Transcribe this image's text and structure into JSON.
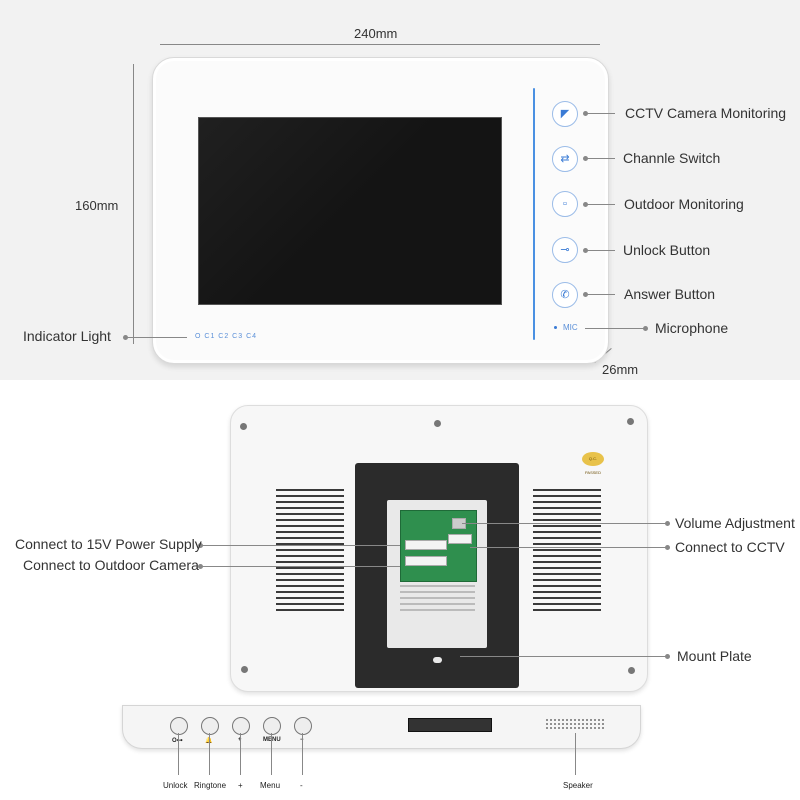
{
  "front": {
    "dimensions": {
      "width": "240mm",
      "height": "160mm",
      "depth": "26mm"
    },
    "labels": {
      "cctv": "CCTV Camera Monitoring",
      "channel": "Channle Switch",
      "outdoor": "Outdoor Monitoring",
      "unlock": "Unlock Button",
      "answer": "Answer Button",
      "microphone": "Microphone",
      "indicator": "Indicator Light"
    },
    "mic_text": "MIC",
    "indicator_text": "O  C1  C2  C3  C4"
  },
  "back": {
    "labels": {
      "power": "Connect to 15V Power Supply",
      "outdoor_camera": "Connect to Outdoor Camera",
      "volume": "Volume Adjustment",
      "cctv": "Connect to CCTV",
      "mount": "Mount Plate"
    },
    "badge_text": "Q.C. PASSED"
  },
  "bottom": {
    "key_glyphs": [
      "O⊶",
      "🔔",
      "+",
      "MENU",
      "−"
    ],
    "labels": {
      "unlock": "Unlock",
      "ringtone": "Ringtone",
      "plus": "+",
      "menu": "Menu",
      "minus": "-",
      "speaker": "Speaker"
    }
  }
}
